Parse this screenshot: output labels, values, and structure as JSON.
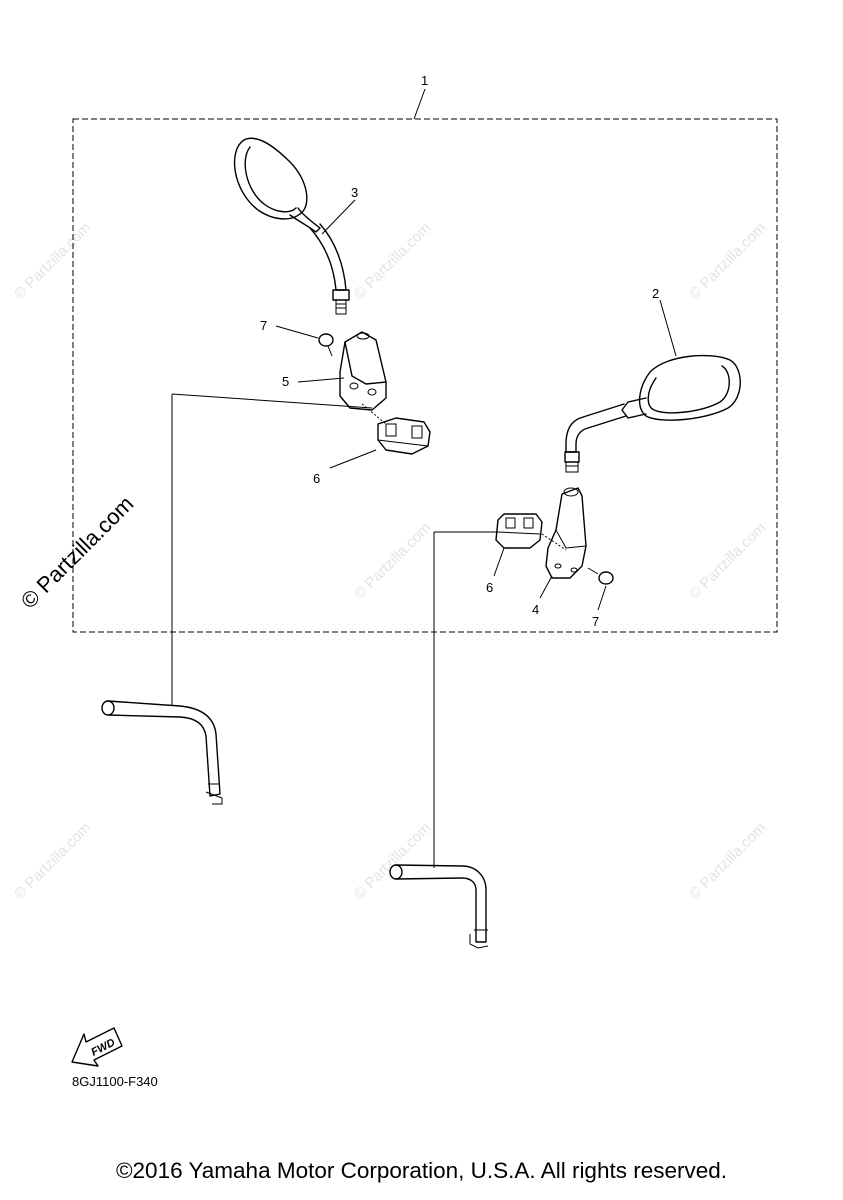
{
  "diagram": {
    "part_code": "8GJ1100-F340",
    "fwd_label": "FWD",
    "copyright": "©2016 Yamaha Motor Corporation, U.S.A. All rights reserved.",
    "watermark_main": "© Partzilla.com",
    "watermark_faint": "© Partzilla.com",
    "callouts": {
      "c1": "1",
      "c2": "2",
      "c3": "3",
      "c4": "4",
      "c5": "5",
      "c6a": "6",
      "c6b": "6",
      "c7a": "7",
      "c7b": "7"
    }
  }
}
